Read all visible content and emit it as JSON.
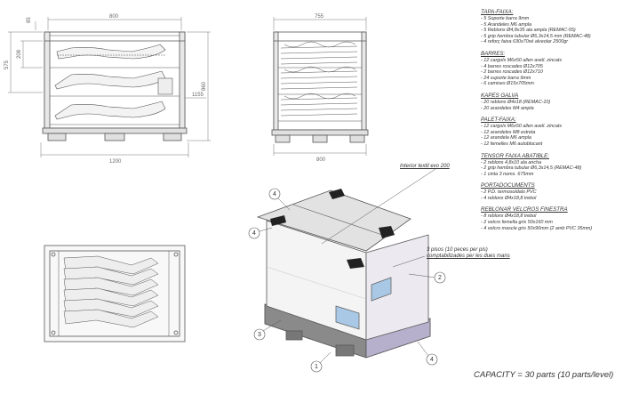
{
  "drawing": {
    "front_view": {
      "dims": [
        "800",
        "85",
        "208",
        "575",
        "860",
        "1200"
      ]
    },
    "side_view": {
      "dims": [
        "755",
        "1155",
        "800"
      ]
    },
    "notes": [
      {
        "title": "TAPA-FAIXA:",
        "items": [
          "- 5 Soporte barra 9mm",
          "- 5 Arandeles M6 ampla",
          "- 5 Reblons Ø4,8x35 ala ampla (REMAC-55)",
          "- 5 grip hembra tubular Ø6,3x14,5 mm (REMAC-48)",
          "- 4 reforç faixa 630x70xé alveolar 2500gr"
        ]
      },
      {
        "title": "BARRES:",
        "items": [
          "- 12 cargols M6x50 allen avell. zincats",
          "- 4 barres roscades Ø12x705",
          "- 2 barres roscades Ø12x710",
          "- 24 suporte barra 9mm",
          "- 6 camises Ø15x705mm"
        ]
      },
      {
        "title": "KAPES GALVA",
        "items": [
          "- 20 reblons Ø4x18 (REMAC-10)",
          "- 20 arandeles M4 ampla"
        ]
      },
      {
        "title": "PALET-FAIXA:",
        "items": [
          "- 12 cargols M6x50 allen avell. zincats",
          "- 12 arandeles M8 estreta",
          "- 12 arandela M6 ampla",
          "- 12 femelles M6 autoblocant"
        ]
      },
      {
        "title": "TENSOR FAIXA ABATIBLE:",
        "items": [
          "- 2 reblons 4,8x10 ala ancha",
          "- 2 grip hembra tubular Ø6,3x14,5 (REMAC-48)",
          "- 1 cinta 3 noms. 675mm"
        ]
      },
      {
        "title": "PORTADOCUMENTS",
        "items": [
          "- 2 P.D. termosoldats PVC",
          "- 4 reblons Ø4x18,8 trebol"
        ]
      },
      {
        "title": "REBLONAR VELCROS FINESTRA",
        "items": [
          "- 8 reblons Ø4x18,8 trebol",
          "- 2 velcro femella gris 50x160 mm",
          "- 4 velcro mascle gris 50x90mm (2 amb PVC 35mm)"
        ]
      }
    ],
    "iso_labels": {
      "interior": "Interior textil evo 200",
      "floors_line1": "3 pisos (10 peces per pis)",
      "floors_line2": "comptabilizades per les dues mans"
    },
    "callouts": [
      "1",
      "2",
      "3",
      "4",
      "4"
    ],
    "capacity": "CAPACITY = 30 parts (10 parts/level)"
  }
}
